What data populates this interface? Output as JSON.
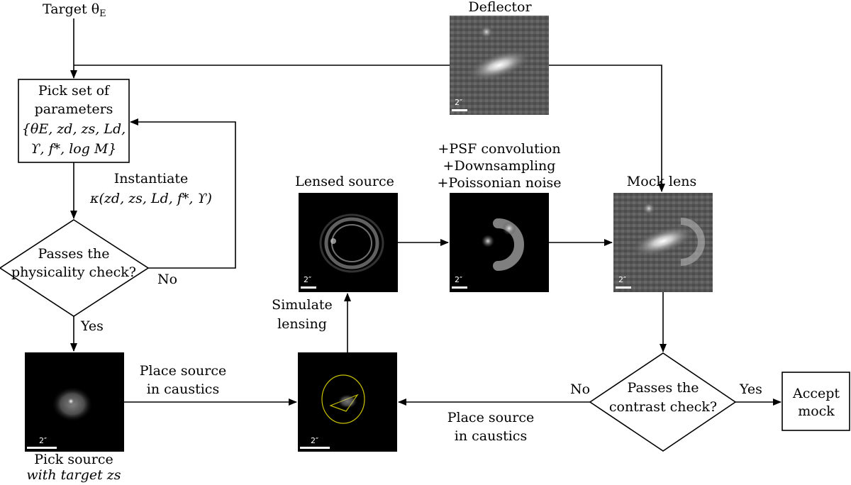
{
  "title_target": "Target θ",
  "title_target_sub": "E",
  "deflector_label": "Deflector",
  "pick_box": {
    "line1": "Pick set of",
    "line2": "parameters",
    "line3": "{θE, zd, zs, Ld,",
    "line4": "ϒ, f*, log M}"
  },
  "instantiate": {
    "line1": "Instantiate",
    "line2": "κ(zd, zs, Ld, f*, ϒ)"
  },
  "physicality": {
    "line1": "Passes the",
    "line2": "physicality check?",
    "no_label": "No",
    "yes_label": "Yes"
  },
  "source_pick": {
    "line1": "Pick source",
    "line2": "with target zs"
  },
  "place_source_left": {
    "line1": "Place source",
    "line2": "in caustics"
  },
  "place_source_right": {
    "line1": "Place source",
    "line2": "in caustics"
  },
  "simulate": {
    "line1": "Simulate",
    "line2": "lensing"
  },
  "lensed_source_label": "Lensed source",
  "psf_steps": {
    "line1": "+PSF convolution",
    "line2": "+Downsampling",
    "line3": "+Poissonian noise"
  },
  "mock_lens_label": "Mock lens",
  "contrast": {
    "line1": "Passes the",
    "line2": "contrast check?",
    "no_label": "No",
    "yes_label": "Yes"
  },
  "accept": {
    "line1": "Accept",
    "line2": "mock"
  },
  "scale_bar_label": "2″"
}
